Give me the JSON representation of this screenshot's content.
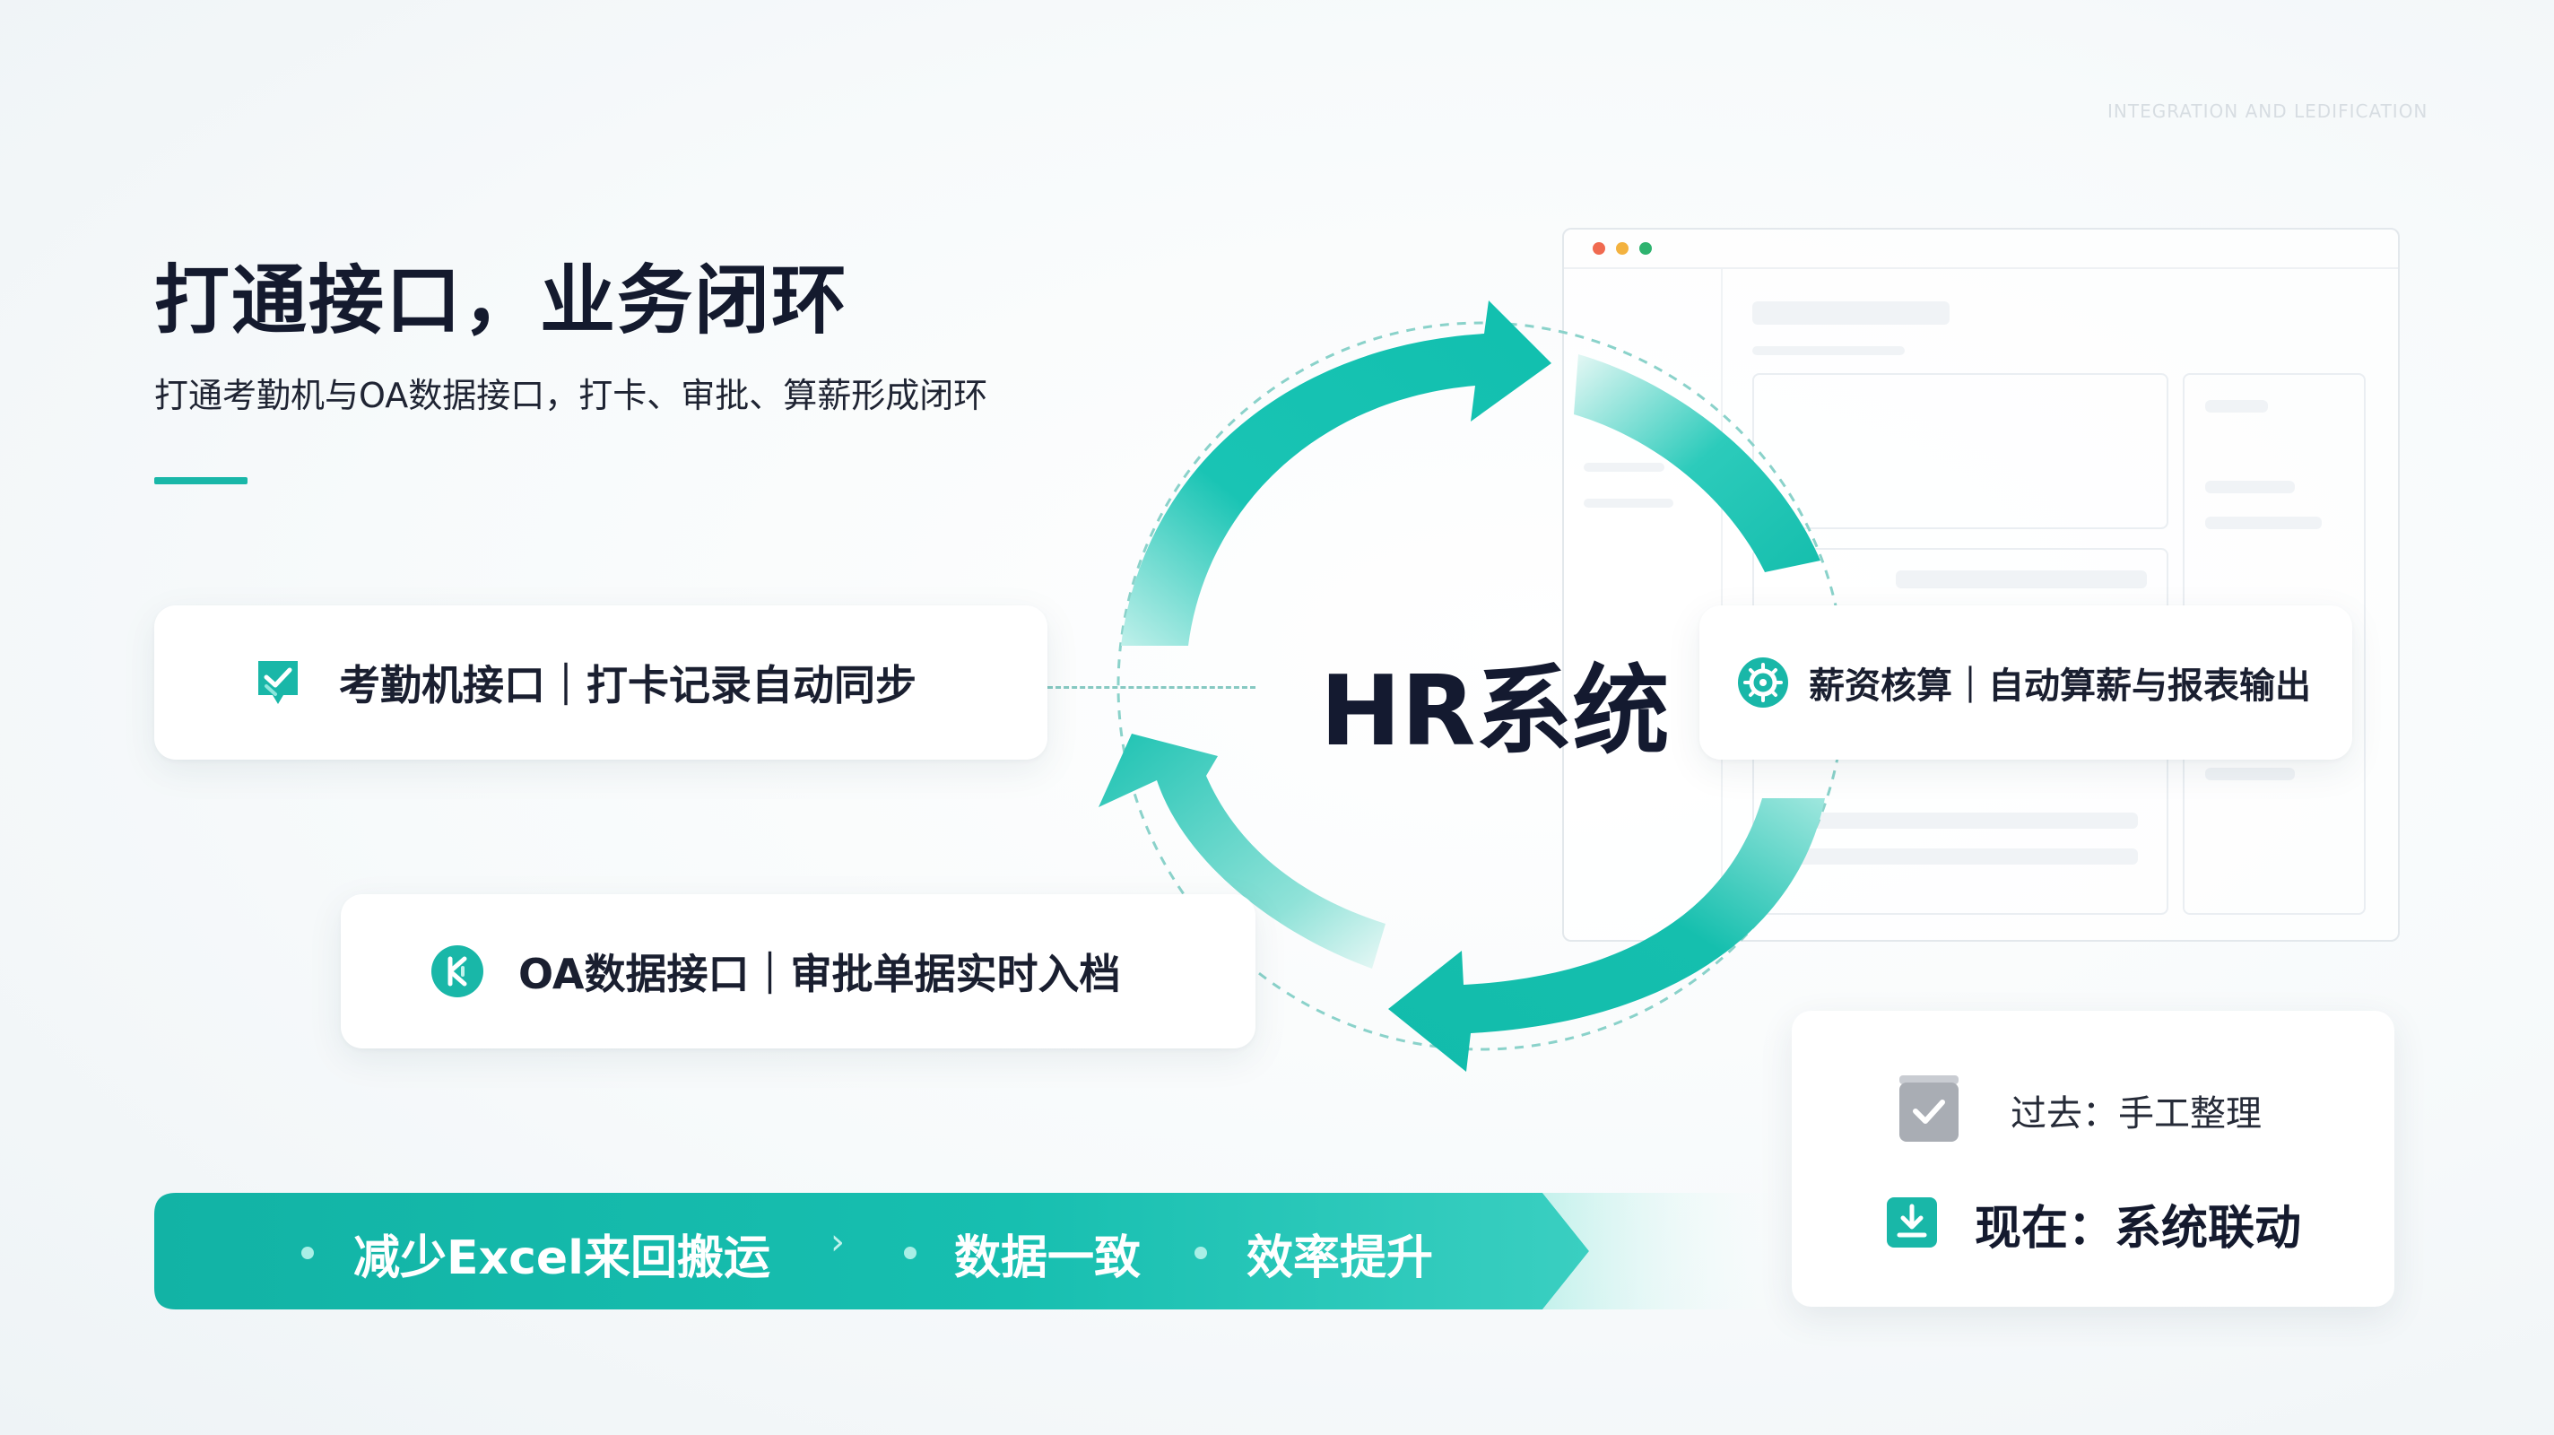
{
  "header": {
    "watermark": "INTEGRATION AND LEDIFICATION",
    "title": "打通接口，业务闭环",
    "subtitle": "打通考勤机与OA数据接口，打卡、审批、算薪形成闭环"
  },
  "diagram": {
    "center_label": "HR系统",
    "cards": [
      {
        "icon": "check-shield-icon",
        "label": "考勤机接口｜打卡记录自动同步"
      },
      {
        "icon": "oa-data-icon",
        "label": "OA数据接口｜审批单据实时入档"
      },
      {
        "icon": "payroll-gear-icon",
        "label": "薪资核算｜自动算薪与报表输出"
      }
    ]
  },
  "benefits_banner": {
    "items": [
      "减少Excel来回搬运",
      "数据一致",
      "效率提升"
    ]
  },
  "comparison": {
    "past": {
      "icon": "clipboard-check-icon",
      "label": "过去：手工整理"
    },
    "now": {
      "icon": "download-check-icon",
      "label": "现在：系统联动"
    }
  },
  "colors": {
    "accent": "#19b7a8",
    "accent_light": "#5fd6ca",
    "title": "#141a2e",
    "window_dots": [
      "#f06a50",
      "#f3b23f",
      "#2eb36f"
    ]
  }
}
